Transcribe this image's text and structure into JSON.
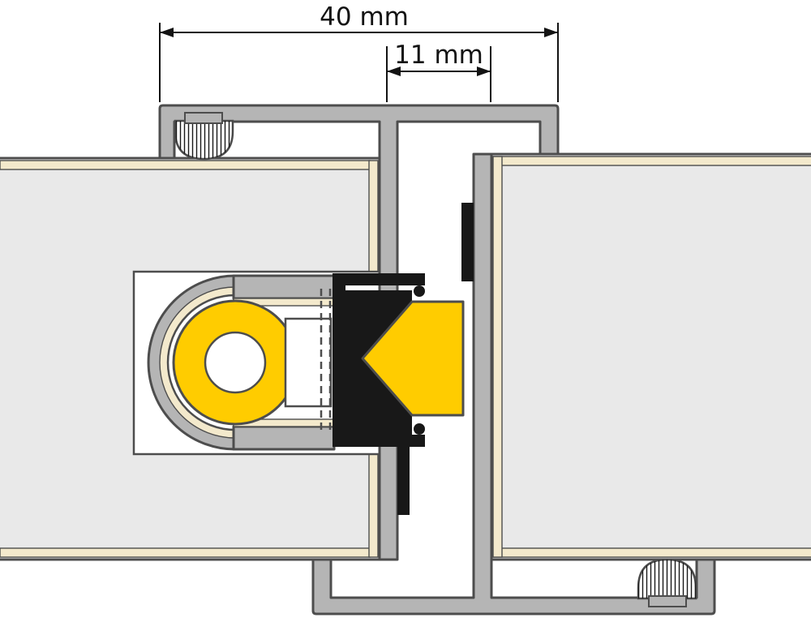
{
  "diagram": {
    "dimensions": {
      "dim40": {
        "label": "40 mm",
        "value_mm": 40
      },
      "dim11": {
        "label": "11 mm",
        "value_mm": 11
      }
    }
  },
  "colors": {
    "profile-gray": "#b5b5b5",
    "door-fill": "#e9e9e9",
    "edge-cream": "#f3e9cc",
    "accent-yellow": "#ffcc00",
    "seal-black": "#181818",
    "outline": "#4d4d4d",
    "dim-color": "#131313",
    "background": "#ffffff"
  }
}
